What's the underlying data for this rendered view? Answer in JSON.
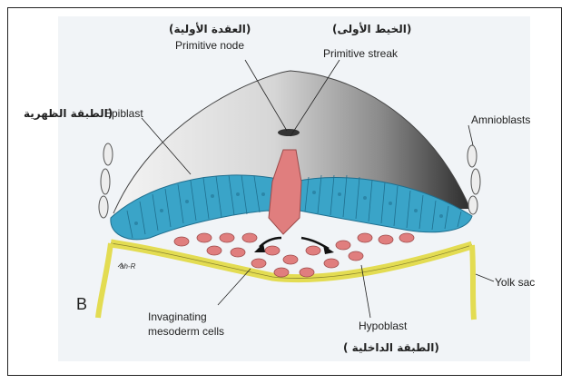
{
  "labels": {
    "primitive_node": "Primitive node",
    "primitive_node_ar": "(العقدة الأولية)",
    "primitive_streak": "Primitive streak",
    "primitive_streak_ar": "(الخيط الأولى)",
    "epiblast": "Epiblast",
    "epiblast_ar": "(الطبقة الظهرية",
    "amnioblasts": "Amnioblasts",
    "yolk_sac": "Yolk sac",
    "panel_letter": "B",
    "invaginating_line1": "Invaginating",
    "invaginating_line2": "mesoderm cells",
    "hypoblast": "Hypoblast",
    "hypoblast_ar": "(الطبقة الداخلية )",
    "artist_signature": "ah-R"
  },
  "colors": {
    "epiblast": "#3aa4c8",
    "epiblast_outline": "#1f6f8f",
    "mesoderm": "#e07e7e",
    "hypoblast": "#e3dc52",
    "amnion_dark": "#2d2d2d",
    "background_panel": "#f1f4f7"
  }
}
